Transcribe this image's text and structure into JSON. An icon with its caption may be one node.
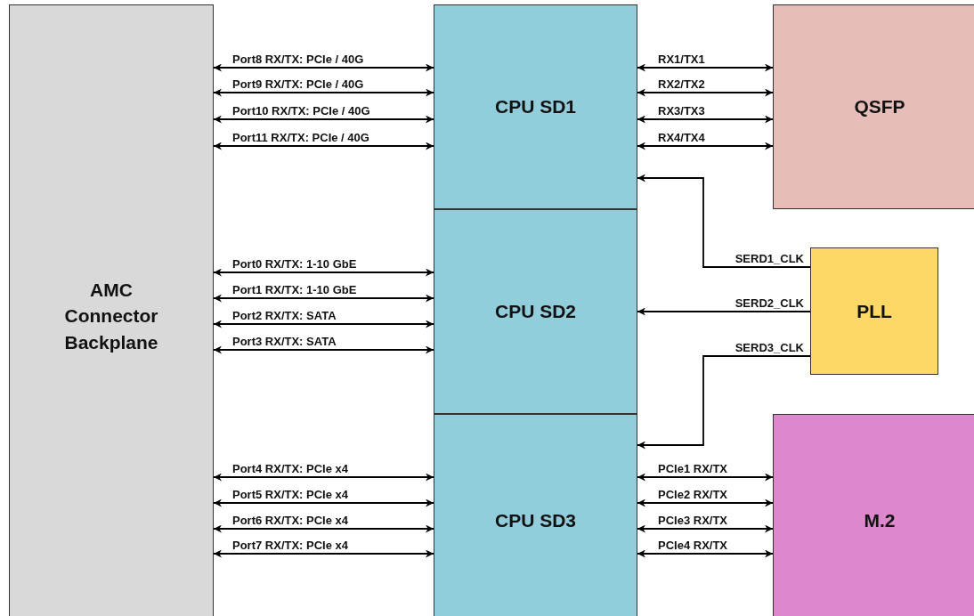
{
  "diagram": {
    "nodes": [
      {
        "text": [
          "AMC Connector Backplane"
        ]
      },
      {
        "text": [
          "CPU SD1"
        ]
      },
      {
        "text": [
          "CPU SD2"
        ]
      },
      {
        "text": [
          "CPU SD3"
        ]
      },
      {
        "text": [
          "QSFP"
        ]
      },
      {
        "text": [
          "PLL"
        ]
      },
      {
        "text": [
          "M.2"
        ]
      }
    ],
    "edges": [
      {
        "from": 0,
        "to": 1,
        "arrow": "both",
        "label": "Port8 RX/TX: PCIe / 40G"
      },
      {
        "from": 0,
        "to": 1,
        "arrow": "both",
        "label": "Port9 RX/TX: PCIe / 40G"
      },
      {
        "from": 0,
        "to": 1,
        "arrow": "both",
        "label": "Port10 RX/TX: PCIe / 40G"
      },
      {
        "from": 0,
        "to": 1,
        "arrow": "both",
        "label": "Port11 RX/TX: PCIe / 40G"
      },
      {
        "from": 0,
        "to": 2,
        "arrow": "both",
        "label": "Port0 RX/TX: 1-10 GbE"
      },
      {
        "from": 0,
        "to": 2,
        "arrow": "both",
        "label": "Port1 RX/TX: 1-10 GbE"
      },
      {
        "from": 0,
        "to": 2,
        "arrow": "both",
        "label": "Port2 RX/TX: SATA"
      },
      {
        "from": 0,
        "to": 2,
        "arrow": "both",
        "label": "Port3 RX/TX: SATA"
      },
      {
        "from": 0,
        "to": 3,
        "arrow": "both",
        "label": "Port4 RX/TX: PCIe x4"
      },
      {
        "from": 0,
        "to": 3,
        "arrow": "both",
        "label": "Port5 RX/TX: PCIe x4"
      },
      {
        "from": 0,
        "to": 3,
        "arrow": "both",
        "label": "Port6 RX/TX: PCIe x4"
      },
      {
        "from": 0,
        "to": 3,
        "arrow": "both",
        "label": "Port7 RX/TX: PCIe x4"
      },
      {
        "from": 1,
        "to": 4,
        "arrow": "both",
        "label": "RX1/TX1"
      },
      {
        "from": 1,
        "to": 4,
        "arrow": "both",
        "label": "RX2/TX2"
      },
      {
        "from": 1,
        "to": 4,
        "arrow": "both",
        "label": "RX3/TX3"
      },
      {
        "from": 1,
        "to": 4,
        "arrow": "both",
        "label": "RX4/TX4"
      },
      {
        "from": 5,
        "to": 1,
        "arrow": "to",
        "label": "SERD1_CLK"
      },
      {
        "from": 5,
        "to": 2,
        "arrow": "to",
        "label": "SERD2_CLK"
      },
      {
        "from": 5,
        "to": 3,
        "arrow": "to",
        "label": "SERD3_CLK"
      },
      {
        "from": 3,
        "to": 6,
        "arrow": "both",
        "label": "PCIe1 RX/TX"
      },
      {
        "from": 3,
        "to": 6,
        "arrow": "both",
        "label": "PCIe2 RX/TX"
      },
      {
        "from": 3,
        "to": 6,
        "arrow": "both",
        "label": "PCIe3 RX/TX"
      },
      {
        "from": 3,
        "to": 6,
        "arrow": "both",
        "label": "PCIe4 RX/TX"
      }
    ]
  }
}
